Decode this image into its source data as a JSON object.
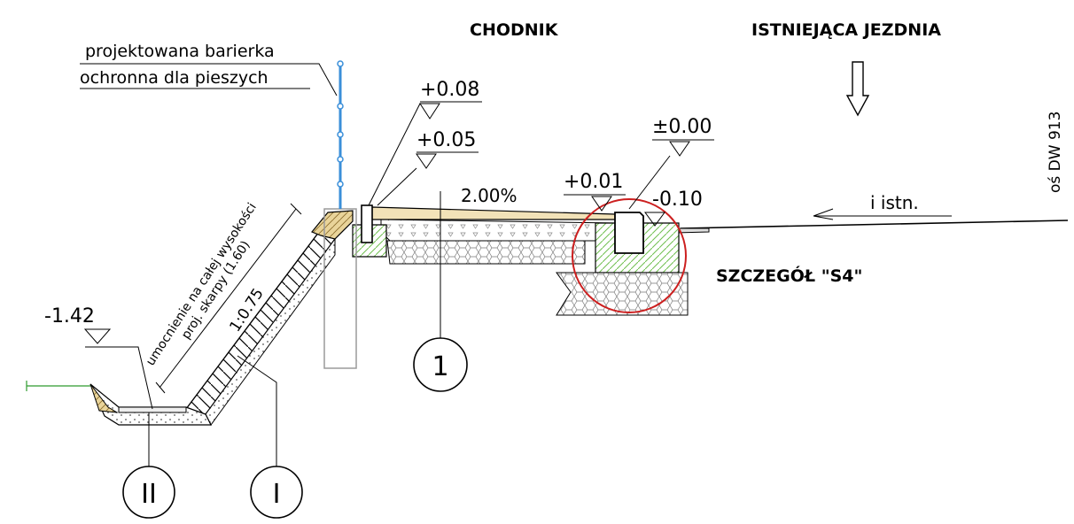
{
  "labels": {
    "barrier_line1": "projektowana barierka",
    "barrier_line2": "ochronna dla pieszych",
    "sidewalk": "CHODNIK",
    "roadway": "ISTNIEJĄCA JEZDNIA",
    "axis": "oś DW 913",
    "slope_ratio": "1:0.75",
    "slope_note_line1": "umocnienie na całej wysokości",
    "slope_note_line2": "proj. skarpy (1.60)",
    "grade": "2.00%",
    "existing_grade": "i istn.",
    "detail": "SZCZEGÓŁ \"S4\""
  },
  "elevations": {
    "e1": "+0.08",
    "e2": "+0.05",
    "e3": "+0.01",
    "e4": "±0.00",
    "e5": "-0.10",
    "e6": "-1.42"
  },
  "callouts": {
    "c1": "1",
    "c2": "II",
    "c3": "I"
  },
  "colors": {
    "line": "#000000",
    "barrier": "#3a8fd9",
    "detail_circle": "#cc1f1f",
    "curb_fill": "#f2e2b8",
    "concrete_green": "#6fbf4f",
    "ground_line": "#2e9b2e"
  }
}
